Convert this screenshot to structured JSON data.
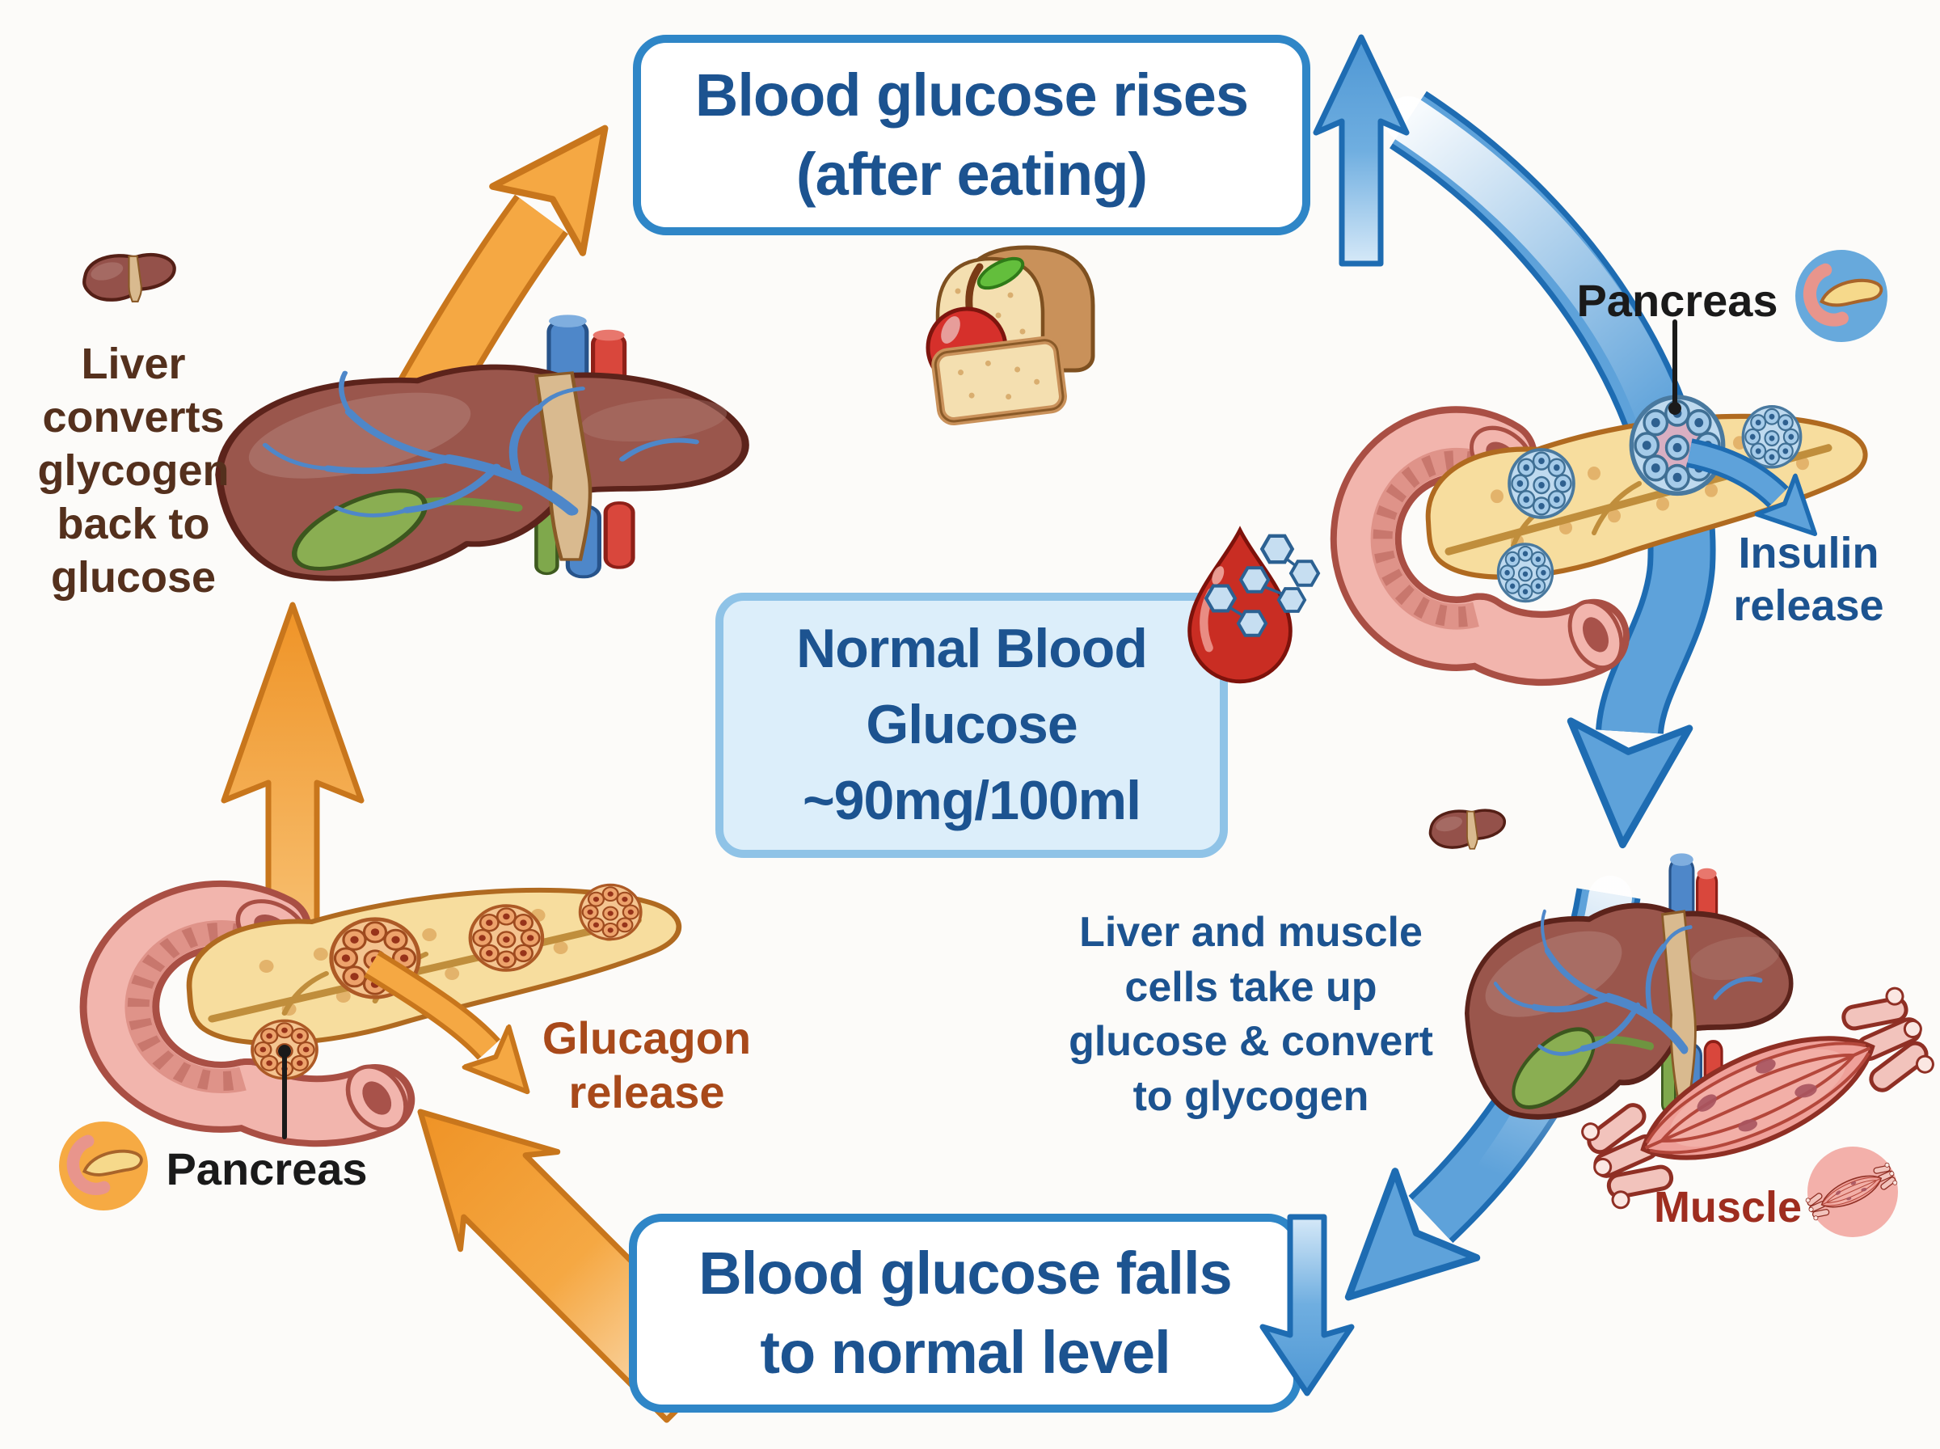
{
  "diagram": {
    "boxes": {
      "rises": "Blood glucose rises\n(after eating)",
      "normal": "Normal Blood\nGlucose\n~90mg/100ml",
      "falls": "Blood glucose falls\nto normal level"
    },
    "labels": {
      "pancreas_top": "Pancreas",
      "insulin": "Insulin\nrelease",
      "liver_converts": "Liver\nconverts\nglycogen\nback to\nglucose",
      "glucagon": "Glucagon\nrelease",
      "pancreas_bottom": "Pancreas",
      "uptake": "Liver and muscle\ncells take up\nglucose & convert\nto glycogen",
      "muscle": "Muscle"
    },
    "icons": {
      "pancreas_icon_top": "pancreas-in-blue-circle",
      "pancreas_icon_bottom": "pancreas-in-orange-circle",
      "muscle_icon": "muscle-fiber-in-pink-circle",
      "liver_icon_left": "small-liver",
      "liver_icon_right": "small-liver",
      "food_icon": "apple-and-bread",
      "blood_drop_icon": "blood-drop-with-glucose-hexagons"
    },
    "colors": {
      "background": "#FCFBF9",
      "box_border": "#2F86C7",
      "box_text": "#1C5390",
      "center_box_bg": "#DCEEFA",
      "center_box_border": "#8FC3E7",
      "brown_text": "#54301D",
      "glucagon_text": "#A8491A",
      "muscle_text": "#9E2D1F",
      "label_black": "#1A1A1A",
      "arrow_blue": "#5EA2DA",
      "arrow_blue_dark": "#1E6CB2",
      "arrow_orange": "#F5A843",
      "arrow_orange_dark": "#C8761C"
    }
  }
}
